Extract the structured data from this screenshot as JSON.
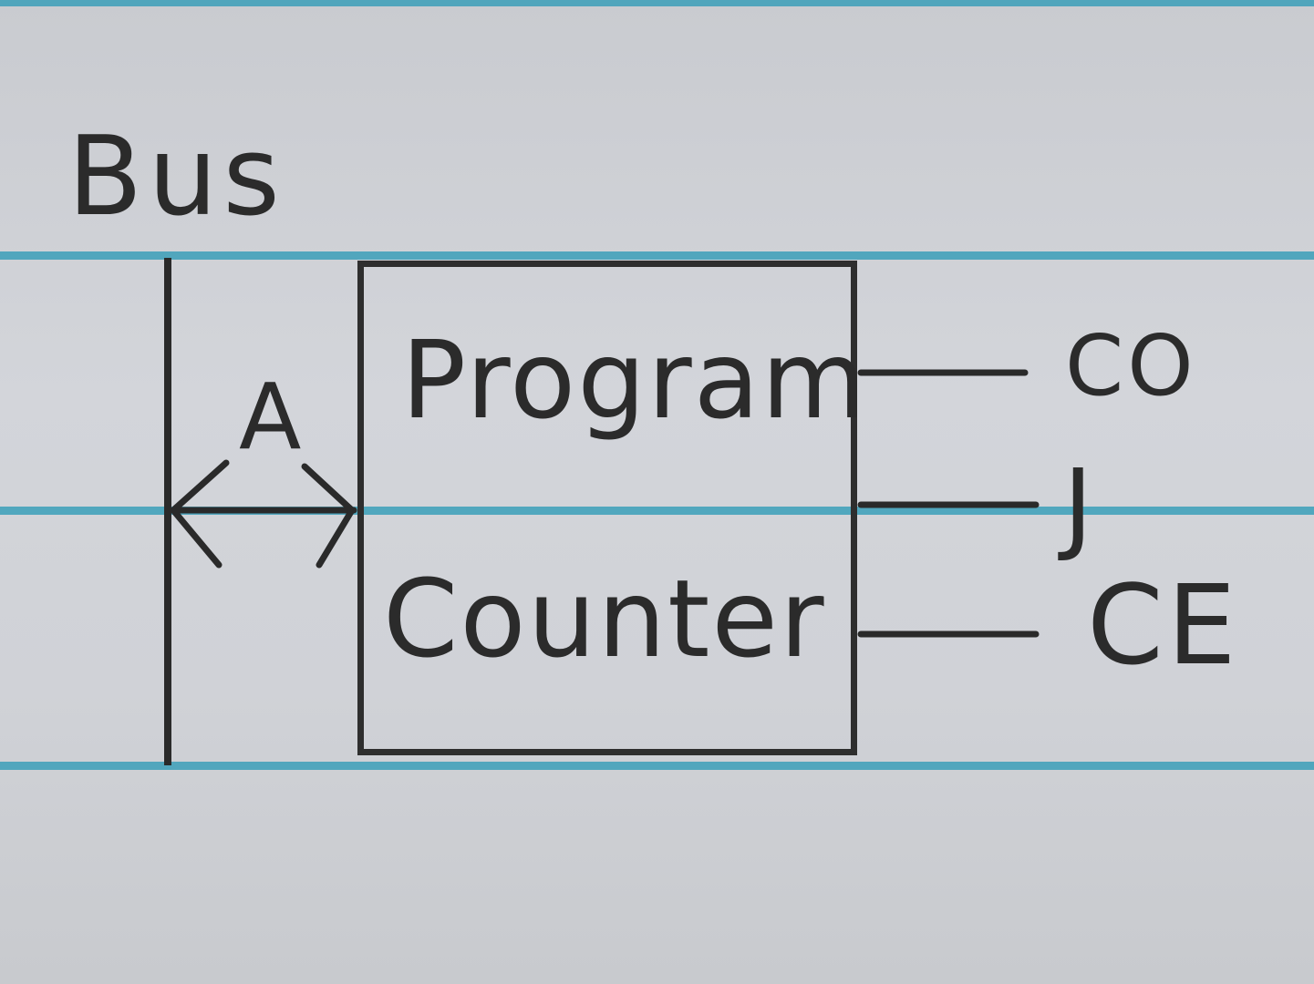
{
  "diagram": {
    "bus_label": "Bus",
    "arrow_label": "A",
    "block_line1": "Program",
    "block_line2": "Counter",
    "signals": [
      "CO",
      "J",
      "CE"
    ]
  }
}
